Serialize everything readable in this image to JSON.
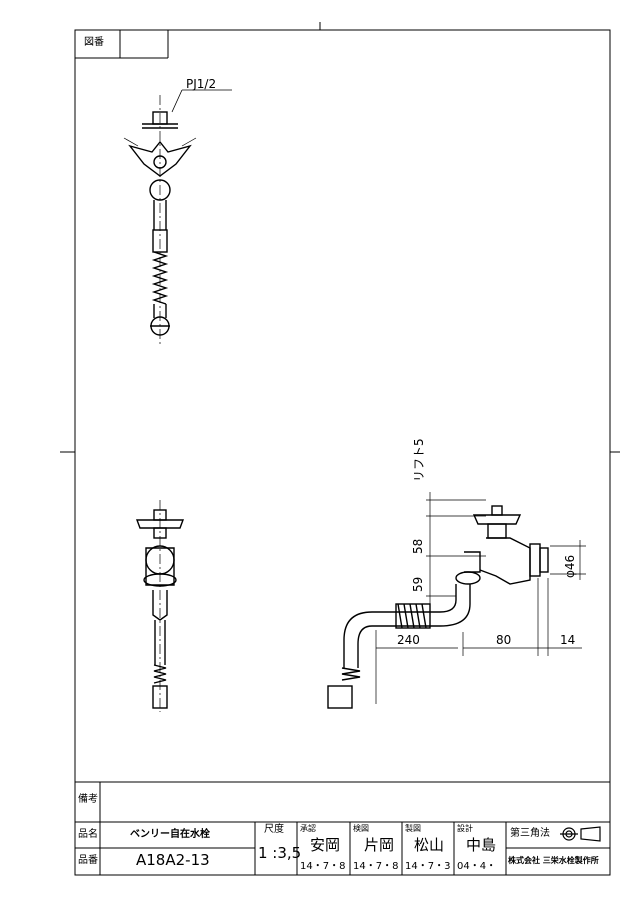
{
  "sheet": {
    "drawing_no_label": "図番",
    "notes_label": "備考",
    "product_name_label": "品名",
    "product_name": "ベンリー自在水栓",
    "part_no_label": "品番",
    "part_no": "A18A2-13",
    "scale_label": "尺度",
    "scale": "1 :3,5",
    "approved_label": "承認",
    "approved_by": "安岡",
    "approved_date": "14・7・8",
    "checked_label": "検図",
    "checked_by": "片岡",
    "checked_date": "14・7・8",
    "drawn_label": "製図",
    "drawn_by": "松山",
    "drawn_date": "14・7・3",
    "designed_label": "設計",
    "designed_by": "中島",
    "designed_date": "04・4・",
    "projection_label": "第三角法",
    "company": "株式会社 三栄水栓製作所"
  },
  "dimensions": {
    "thread": "PJ1/2",
    "lift": "リフト5",
    "lift_num": "5",
    "d58": "58",
    "d59": "59",
    "d240": "240",
    "d80": "80",
    "d14": "14",
    "d46": "φ46"
  }
}
